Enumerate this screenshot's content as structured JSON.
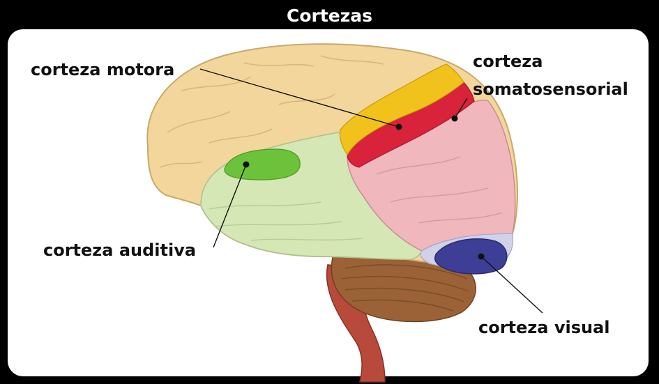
{
  "title": "Cortezas",
  "labels": {
    "motor": "corteza motora",
    "somato_line1": "corteza",
    "somato_line2": "somatosensorial",
    "auditory": "corteza auditiva",
    "visual": "corteza visual"
  },
  "colors": {
    "frame": "#000000",
    "brain_base": "#f2d69b",
    "temporal": "#d5e7b4",
    "parietal": "#f0b7bd",
    "motor": "#f2c21c",
    "somatosensory": "#d8233b",
    "auditory": "#6cc23a",
    "visual": "#3d3e95",
    "occipital_pale": "#d1d2e8",
    "cerebellum": "#9a6236",
    "brainstem": "#b84a3c"
  }
}
